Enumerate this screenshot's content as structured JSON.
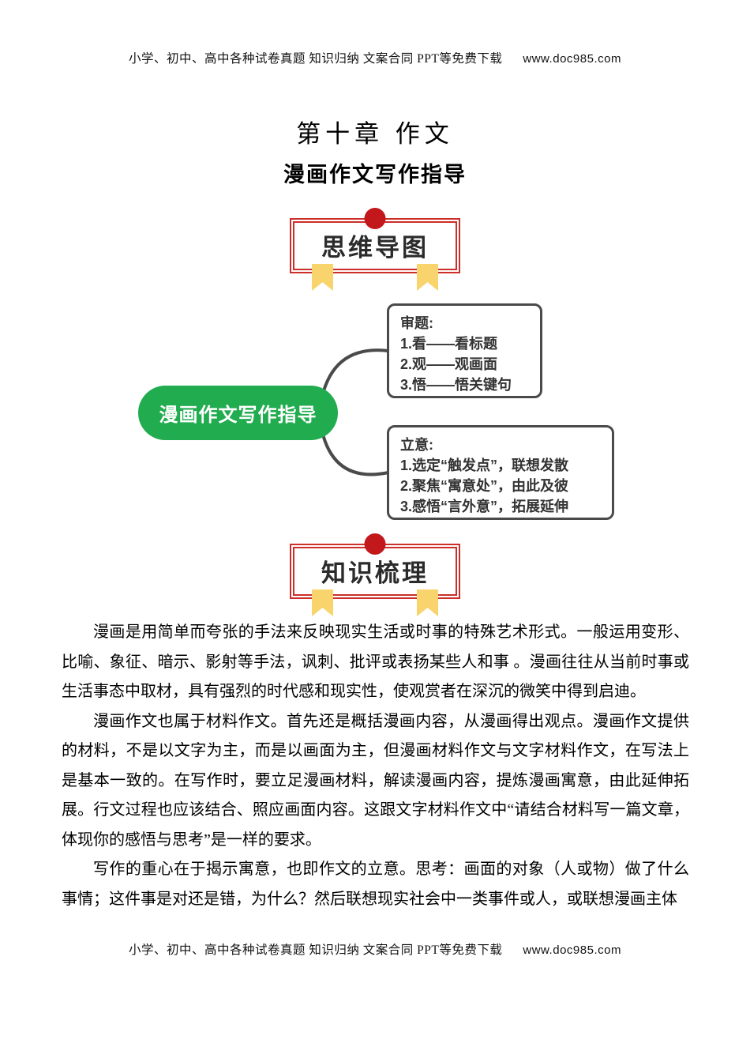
{
  "header": {
    "text": "小学、初中、高中各种试卷真题  知识归纳  文案合同  PPT等免费下载",
    "site": "www.doc985.com"
  },
  "footer": {
    "text": "小学、初中、高中各种试卷真题  知识归纳  文案合同  PPT等免费下载",
    "site": "www.doc985.com"
  },
  "title": "第十章 作文",
  "subtitle": "漫画作文写作指导",
  "badges": [
    {
      "label": "思维导图"
    },
    {
      "label": "知识梳理"
    }
  ],
  "mindmap": {
    "root": "漫画作文写作指导",
    "branches": [
      {
        "title": "审题:",
        "items": [
          "1.看——看标题",
          "2.观——观画面",
          "3.悟——悟关键句"
        ]
      },
      {
        "title": "立意:",
        "items": [
          "1.选定“触发点”，联想发散",
          "2.聚焦“寓意处”，由此及彼",
          "3.感悟“言外意”，拓展延伸"
        ]
      }
    ]
  },
  "paragraphs": [
    "漫画是用简单而夸张的手法来反映现实生活或时事的特殊艺术形式。一般运用变形、比喻、象征、暗示、影射等手法，讽刺、批评或表扬某些人和事 。漫画往往从当前时事或生活事态中取材，具有强烈的时代感和现实性，使观赏者在深沉的微笑中得到启迪。",
    "漫画作文也属于材料作文。首先还是概括漫画内容，从漫画得出观点。漫画作文提供的材料，不是以文字为主，而是以画面为主，但漫画材料作文与文字材料作文，在写法上是基本一致的。在写作时，要立足漫画材料，解读漫画内容，提炼漫画寓意，由此延伸拓展。行文过程也应该结合、照应画面内容。这跟文字材料作文中“请结合材料写一篇文章，体现你的感悟与思考”是一样的要求。",
    "写作的重心在于揭示寓意，也即作文的立意。思考：画面的对象（人或物）做了什么事情；这件事是对还是错，为什么？然后联想现实社会中一类事件或人，或联想漫画主体"
  ],
  "colors": {
    "green": "#21AC4F",
    "red_border": "#CC2E29",
    "red_circle": "#C2181B",
    "yellow": "#F9D36B",
    "line": "#4A4A4A"
  }
}
